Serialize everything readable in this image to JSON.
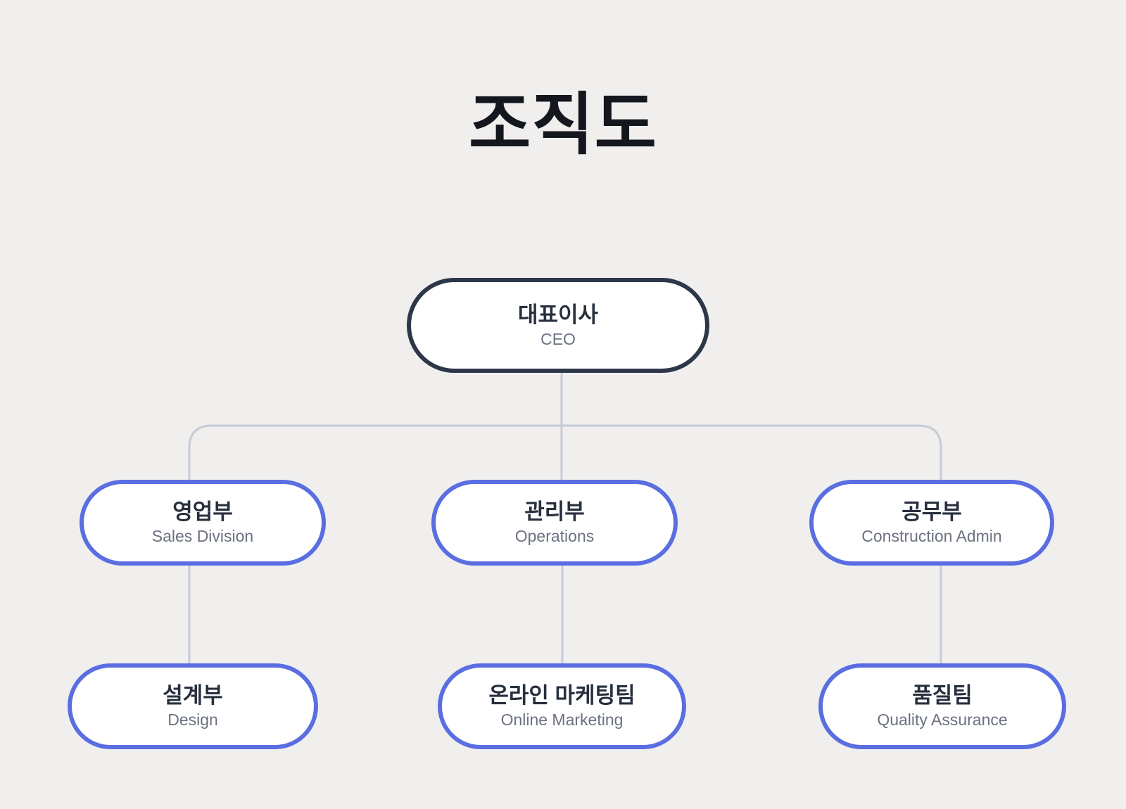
{
  "page": {
    "title": "조직도"
  },
  "colors": {
    "background": "#f0efee",
    "root_border": "#2d3748",
    "dept_border": "#5a6ee2",
    "connector": "#c6cbd6",
    "page_title_text": "#14171d",
    "node_title_text": "#28303e",
    "node_subtitle_text": "#6b7280",
    "node_background": "#ffffff"
  },
  "org": {
    "root": {
      "title": "대표이사",
      "subtitle": "CEO"
    },
    "departments": [
      {
        "title": "영업부",
        "subtitle": "Sales Division",
        "parent": "대표이사"
      },
      {
        "title": "관리부",
        "subtitle": "Operations",
        "parent": "대표이사"
      },
      {
        "title": "공무부",
        "subtitle": "Construction Admin",
        "parent": "대표이사"
      }
    ],
    "teams": [
      {
        "title": "설계부",
        "subtitle": "Design",
        "parent": "영업부"
      },
      {
        "title": "온라인 마케팅팀",
        "subtitle": "Online Marketing",
        "parent": "관리부"
      },
      {
        "title": "품질팀",
        "subtitle": "Quality Assurance",
        "parent": "공무부"
      }
    ]
  }
}
